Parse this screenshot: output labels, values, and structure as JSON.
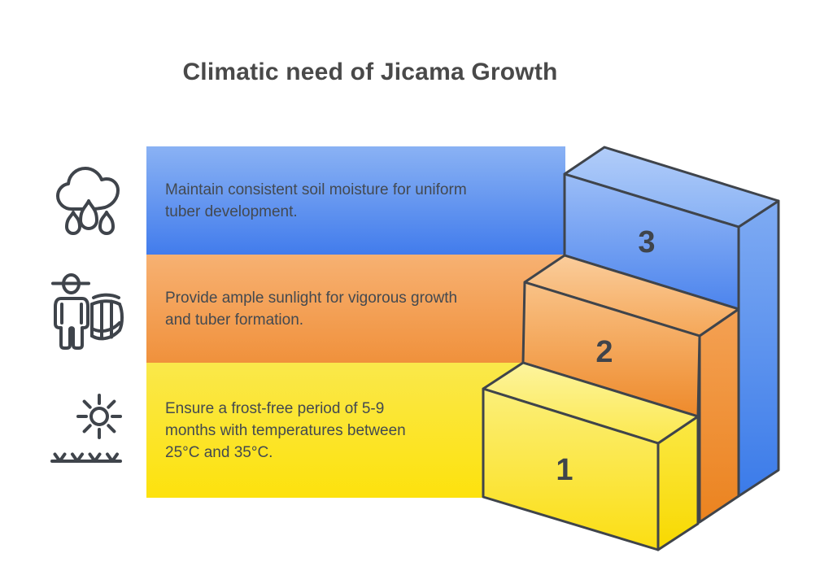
{
  "page": {
    "title": "Climatic need of Jicama Growth"
  },
  "colors": {
    "title_text": "#494949",
    "band_text": "#434950",
    "outline": "#3F444B",
    "step_number_text": "#3F444B"
  },
  "bands": [
    {
      "name": "soil-moisture",
      "icon": "rain-cloud-icon",
      "text_lines": [
        "Maintain consistent soil moisture for uniform",
        "tuber development."
      ],
      "gradient_top": "#8AB2F4",
      "gradient_bottom": "#427CEC"
    },
    {
      "name": "sunlight",
      "icon": "farmer-with-basket-icon",
      "text_lines": [
        "Provide ample sunlight for vigorous growth",
        "and tuber formation."
      ],
      "gradient_top": "#F7B172",
      "gradient_bottom": "#F0913C"
    },
    {
      "name": "frost-free-period",
      "icon": "sun-over-crops-icon",
      "text_lines": [
        "Ensure a frost-free period of 5-9",
        "months with temperatures between",
        "25°C and 35°C."
      ],
      "gradient_top": "#FAE84B",
      "gradient_bottom": "#FDE20D"
    }
  ],
  "steps": [
    {
      "number": "1",
      "color_name": "yellow",
      "faces": {
        "top": [
          "#FDF49E",
          "#FBE84C"
        ],
        "front": [
          "#FBEF7A",
          "#FBDE12"
        ],
        "side": [
          "#FBE846",
          "#F8D900"
        ]
      }
    },
    {
      "number": "2",
      "color_name": "orange",
      "faces": {
        "top": [
          "#FACD9C",
          "#F5A758"
        ],
        "front": [
          "#F9C287",
          "#EE8A2B"
        ],
        "side": [
          "#F4A154",
          "#EB831F"
        ]
      }
    },
    {
      "number": "3",
      "color_name": "blue",
      "faces": {
        "top": [
          "#B2CDF9",
          "#86B0F4"
        ],
        "front": [
          "#9BBDF7",
          "#4C84ED"
        ],
        "side": [
          "#7FABF3",
          "#3B7BE9"
        ]
      }
    }
  ]
}
